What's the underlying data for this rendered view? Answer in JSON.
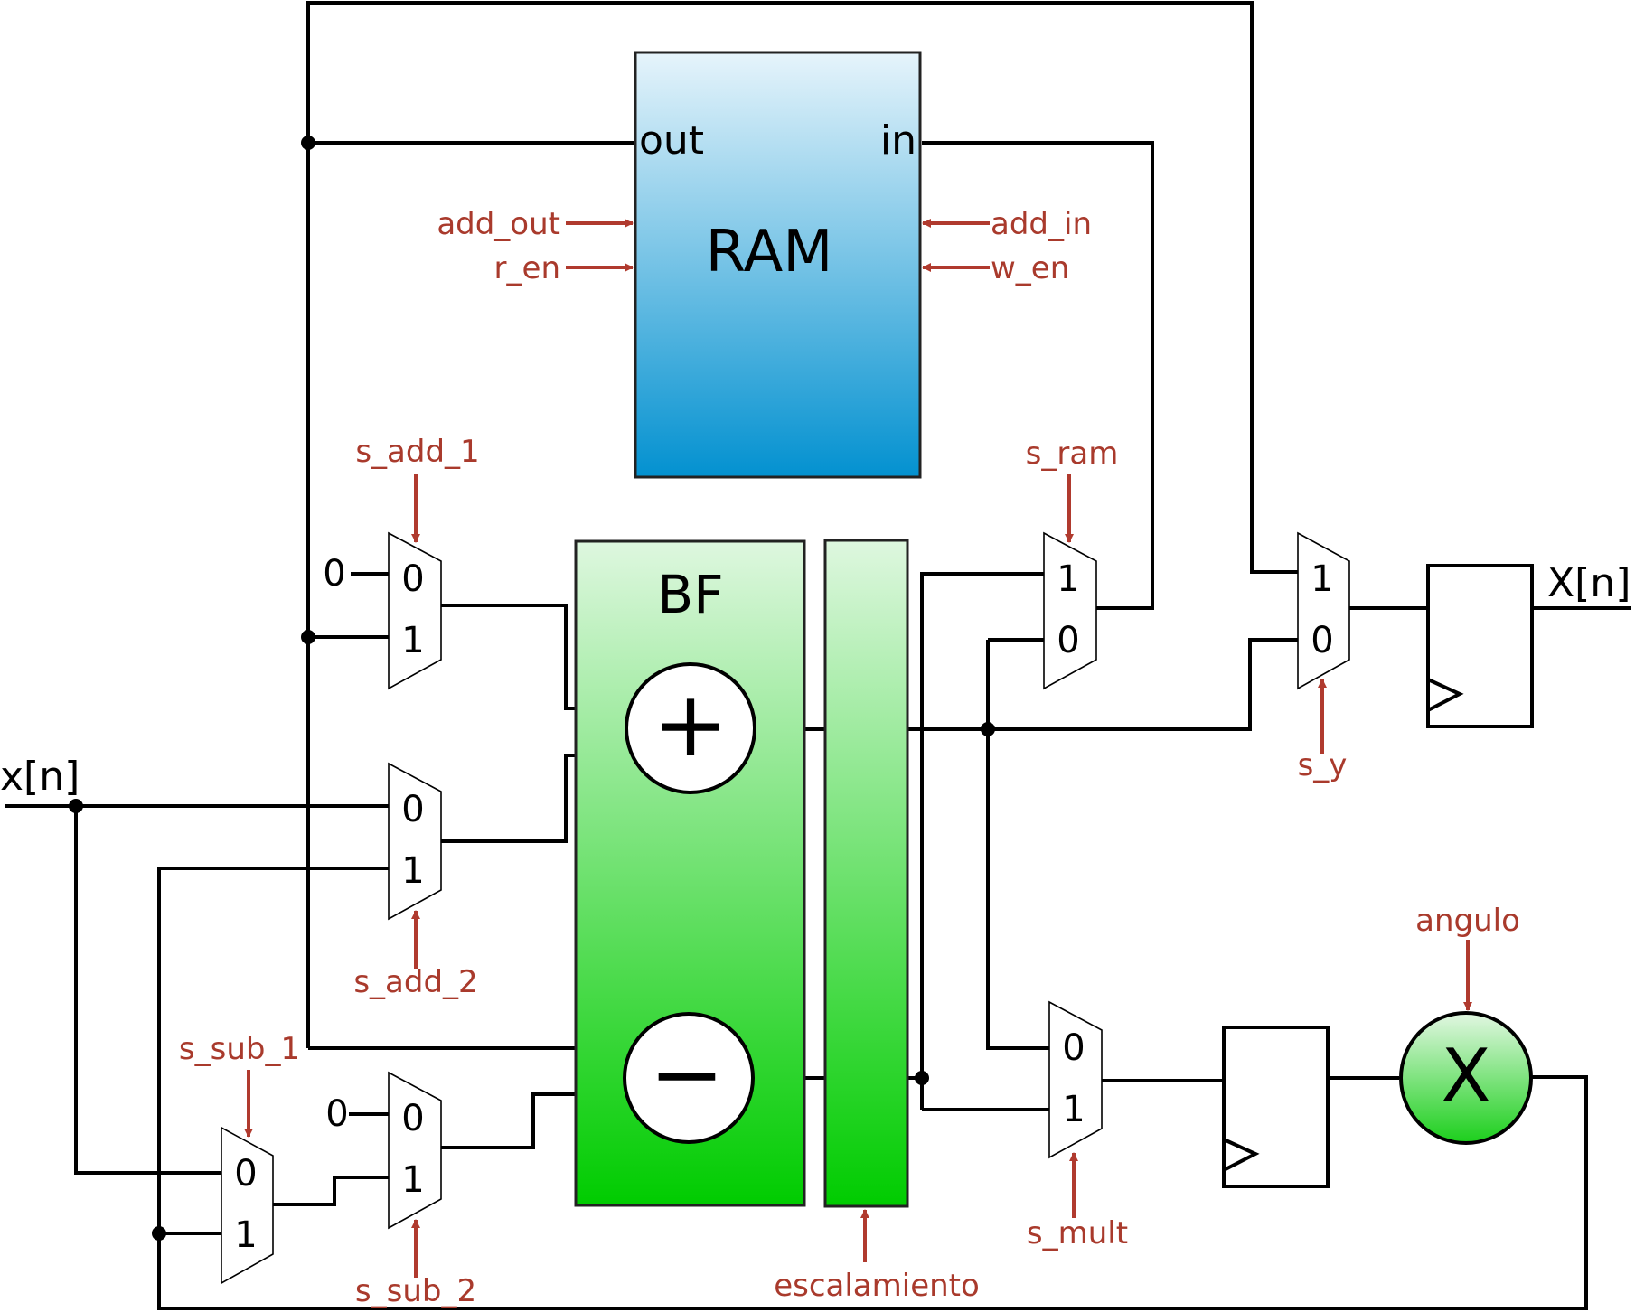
{
  "ram": {
    "title": "RAM",
    "port_out": "out",
    "port_in": "in",
    "controls_left": [
      "add_out",
      "r_en"
    ],
    "controls_right": [
      "add_in",
      "w_en"
    ]
  },
  "bf": {
    "title": "BF",
    "adder_symbol": "+",
    "subtractor_symbol": "−"
  },
  "io": {
    "input_label": "x[n]",
    "output_label": "X[n]"
  },
  "constants": {
    "zero_add": "0",
    "zero_sub": "0"
  },
  "muxes": {
    "add1": {
      "select": "s_add_1",
      "top": "0",
      "bottom": "1"
    },
    "add2": {
      "select": "s_add_2",
      "top": "0",
      "bottom": "1"
    },
    "sub1": {
      "select": "s_sub_1",
      "top": "0",
      "bottom": "1"
    },
    "sub2": {
      "select": "s_sub_2",
      "top": "0",
      "bottom": "1"
    },
    "ram": {
      "select": "s_ram",
      "top": "1",
      "bottom": "0"
    },
    "y": {
      "select": "s_y",
      "top": "1",
      "bottom": "0"
    },
    "mult": {
      "select": "s_mult",
      "top": "0",
      "bottom": "1"
    }
  },
  "scaling": {
    "label": "escalamiento"
  },
  "multiplier": {
    "symbol": "X",
    "control": "angulo"
  },
  "colors": {
    "control": "#a93a2c",
    "ram_top": "#e6f4fb",
    "ram_bottom": "#0391d0",
    "bf_top": "#def7df",
    "bf_bottom": "#00cc00",
    "mult_top": "#e2f7e2",
    "mult_bottom": "#1ccf1c"
  }
}
